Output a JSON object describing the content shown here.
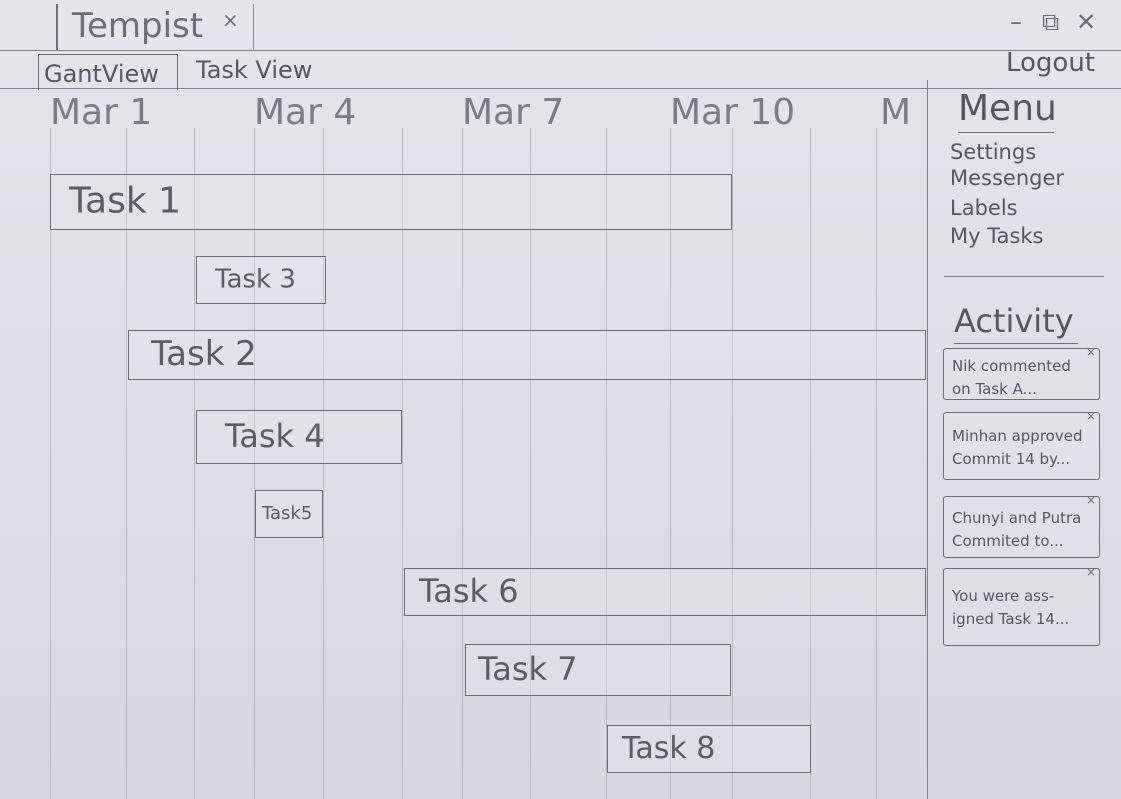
{
  "window": {
    "tab_title": "Tempist",
    "tab_close": "×",
    "minimize": "–",
    "maximize": "⧉",
    "close": "✕"
  },
  "views": {
    "gantt": "GantView",
    "task": "Task View",
    "logout": "Logout"
  },
  "gantt": {
    "dates": [
      "Mar 1",
      "Mar 4",
      "Mar 7",
      "Mar 10",
      "M"
    ],
    "tasks": [
      "Task 1",
      "Task 3",
      "Task 2",
      "Task 4",
      "Task5",
      "Task 6",
      "Task 7",
      "Task 8"
    ]
  },
  "menu": {
    "title": "Menu",
    "items": [
      "Settings",
      "Messenger",
      "Labels",
      "My Tasks"
    ]
  },
  "activity": {
    "title": "Activity",
    "close": "×",
    "items": [
      {
        "line1": "Nik commented",
        "line2": "on Task A..."
      },
      {
        "line1": "Minhan approved",
        "line2": "Commit 14 by..."
      },
      {
        "line1": "Chunyi and Putra",
        "line2": "Commited to..."
      },
      {
        "line1": "You were ass-",
        "line2": "igned Task 14..."
      }
    ]
  }
}
